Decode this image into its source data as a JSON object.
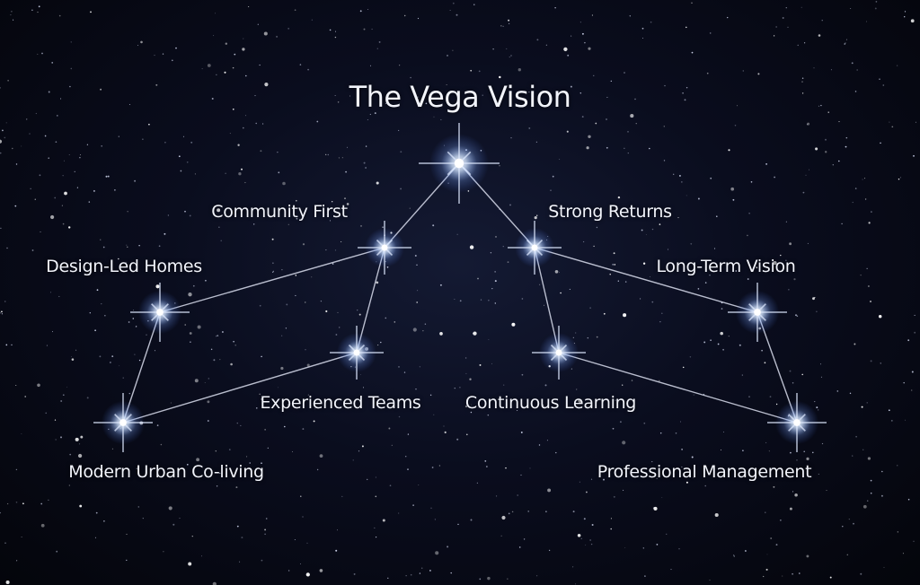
{
  "title": "The Vega Vision",
  "nodes": {
    "vega": "",
    "community_first": "Community First",
    "strong_returns": "Strong Returns",
    "design_led_homes": "Design-Led Homes",
    "long_term_vision": "Long-Term Vision",
    "experienced_teams": "Experienced Teams",
    "continuous_learning": "Continuous Learning",
    "modern_urban_coliving": "Modern Urban Co-living",
    "professional_management": "Professional Management"
  },
  "colors": {
    "background": "#0a0d1e",
    "line": "#d8dcec",
    "text": "#f2f4fb",
    "star_glow": "#9fc4ff"
  }
}
